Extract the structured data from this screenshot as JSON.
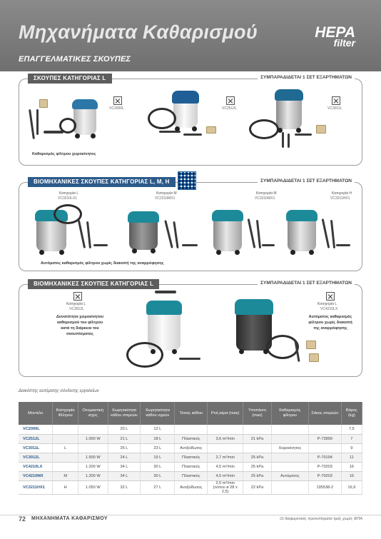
{
  "header": {
    "title": "Μηχανήματα Καθαρισμού",
    "hepa_main": "HEPA",
    "hepa_sub": "filter",
    "subtitle": "ΕΠΑΓΓΕΛΜΑΤΙΚΕΣ ΣΚΟΥΠΕΣ"
  },
  "section1": {
    "title": "ΣΚΟΥΠΕΣ ΚΑΤΗΓΟΡΙΑΣ L",
    "note": "ΣΥΜΠΑΡΑΔΙΔΕΤΑΙ 1 ΣΕΤ ΕΞΑΡΤΗΜΑΤΩΝ",
    "caption": "Καθαρισμός φίλτρου χειροκίνητος",
    "products": [
      {
        "model": "VC2000L"
      },
      {
        "model": "VC2512L"
      },
      {
        "model": "VC3011L"
      }
    ]
  },
  "section2": {
    "title": "ΒΙΟΜΗΧΑΝΙΚΕΣ ΣΚΟΥΠΕΣ ΚΑΤΗΓΟΡΙΑΣ L, M, H",
    "note": "ΣΥΜΠΑΡΑΔΙΔΕΤΑΙ 1 ΣΕΤ ΕΞΑΡΤΗΜΑΤΩΝ",
    "caption": "Αυτόματος καθαρισμός φίλτρου χωρίς διακοπή της αναρρόφησης",
    "products": [
      {
        "category": "Κατηγορία L",
        "model": "VC3210LX1"
      },
      {
        "category": "Κατηγορία M",
        "model": "VC2210MX1"
      },
      {
        "category": "Κατηγορία M",
        "model": "VC3210MX1"
      },
      {
        "category": "Κατηγορία H",
        "model": "VC3211HX1"
      }
    ]
  },
  "section3": {
    "title": "ΒΙΟΜΗΧΑΝΙΚΕΣ ΣΚΟΥΠΕΣ ΚΑΤΗΓΟΡΙΑΣ L",
    "note": "ΣΥΜΠΑΡΑΔΙΔΕΤΑΙ 1 ΣΕΤ ΕΞΑΡΤΗΜΑΤΩΝ",
    "left_caption_line1": "Δυνατότητα χειροκίνητου",
    "left_caption_line2": "καθαρισμού του φίλτρου",
    "left_caption_line3": "κατά τη διάρκεια του",
    "left_caption_line4": "σκουπίσματος",
    "right_caption_line1": "Αυτόματος καθαρισμός",
    "right_caption_line2": "φίλτρου χωρίς διακοπή",
    "right_caption_line3": "της αναρρόφησης",
    "products": [
      {
        "category": "Κατηγορία L",
        "model": "VC3012L"
      },
      {
        "category": "Κατηγορία L",
        "model": "VC4210LX"
      }
    ]
  },
  "table_note": "Διακόπτης αυτόματης σύνδεσης εργαλείων",
  "table": {
    "headers": [
      "Μοντέλο",
      "Κατηγορία Φίλτρου",
      "Ονομαστική ισχύς",
      "Χωρητικότητα κάδου στερεών",
      "Χωρητικότητα κάδου υγρών",
      "Τύπος κάδου",
      "Ροή αέρα (max)",
      "Υποπίεση (max)",
      "Καθαρισμός φίλτρου",
      "Σάκος στερεών",
      "Βάρος (kg)"
    ],
    "rows": [
      {
        "model": "VC2000L",
        "cat": "",
        "power": "",
        "solid": "20 L",
        "liquid": "12 L",
        "tank": "",
        "air": "",
        "vac": "",
        "clean": "",
        "bag": "",
        "weight": "7,5"
      },
      {
        "model": "VC2512L",
        "cat": "",
        "power": "1.000 W",
        "solid": "21 L",
        "liquid": "18 L",
        "tank": "Πλαστικός",
        "air": "3,6 m³/min",
        "vac": "21 kPa",
        "clean": "",
        "bag": "P-72899",
        "weight": "7"
      },
      {
        "model": "VC3011L",
        "cat": "L",
        "power": "",
        "solid": "26 L",
        "liquid": "23 L",
        "tank": "Ανοξείδωτος",
        "air": "",
        "vac": "",
        "clean": "Χειροκίνητος",
        "bag": "",
        "weight": "9"
      },
      {
        "model": "VC3012L",
        "cat": "",
        "power": "1.500 W",
        "solid": "24 L",
        "liquid": "19 L",
        "tank": "Πλαστικός",
        "air": "2,7 m³/min",
        "vac": "25 kPa",
        "clean": "",
        "bag": "P-70194",
        "weight": "11"
      },
      {
        "model": "VC4210LX",
        "cat": "",
        "power": "1.200 W",
        "solid": "34 L",
        "liquid": "30 L",
        "tank": "Πλαστικός",
        "air": "4,5 m³/min",
        "vac": "25 kPa",
        "clean": "",
        "bag": "P-70203",
        "weight": "16"
      },
      {
        "model": "VC4210MX",
        "cat": "M",
        "power": "1.200 W",
        "solid": "34 L",
        "liquid": "30 L",
        "tank": "Πλαστικός",
        "air": "4,5 m³/min",
        "vac": "25 kPa",
        "clean": "Αυτόματος",
        "bag": "P-70203",
        "weight": "16"
      },
      {
        "model": "VC3211HX1",
        "cat": "H",
        "power": "1.050 W",
        "solid": "32 L",
        "liquid": "27 L",
        "tank": "Ανοξείδωτος",
        "air": "2,0 m³/min (τύπου ø 28 x 2,5)",
        "vac": "22 kPa",
        "clean": "",
        "bag": "195538-2",
        "weight": "16,9"
      }
    ]
  },
  "footer": {
    "page": "72",
    "title": "ΜΗΧΑΝΗΜΑΤΑ ΚΑΘΑΡΙΣΜΟΥ",
    "note": "Οι διαφορετικές προτυπίσματα τιμές χωρίς ΦΠΑ"
  }
}
